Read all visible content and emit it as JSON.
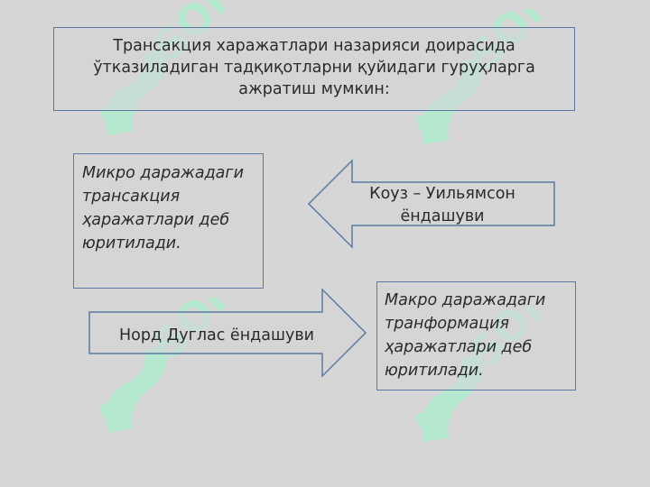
{
  "title_text": "Трансакция харажатлари назарияси доирасида ўтказиладиган тадқиқотларни қуйидаги гуруҳларга ажратиш мумкин:",
  "micro_text": "Микро даражадаги трансакция ҳаражатлари деб юритилади.",
  "coase_arrow_text": "Коуз – Уильямсон ёндашуви",
  "north_arrow_text": "Норд Дуглас ёндашуви",
  "macro_text": "Макро даражадаги транформация ҳаражатлари деб юритилади.",
  "watermark": "SOFF",
  "colors": {
    "background": "#d6d6d6",
    "border": "#5b7aa3",
    "watermark": "#a9f0cf"
  }
}
